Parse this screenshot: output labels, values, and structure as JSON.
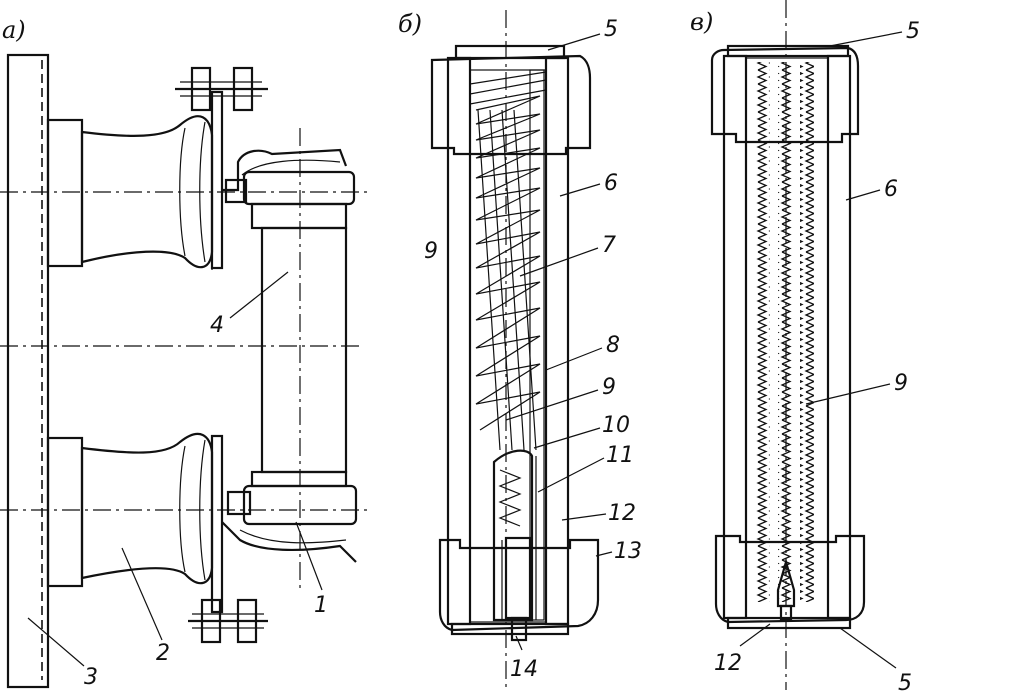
{
  "captions": {
    "a": "а)",
    "b": "б)",
    "v": "в)"
  },
  "labels_a": {
    "n1": "1",
    "n2": "2",
    "n3": "3",
    "n4": "4"
  },
  "labels_b": {
    "n5": "5",
    "n6": "6",
    "n7": "7",
    "n8": "8",
    "n9_left": "9",
    "n9": "9",
    "n10": "10",
    "n11": "11",
    "n12": "12",
    "n13": "13",
    "n14": "14"
  },
  "labels_v": {
    "n5_top": "5",
    "n6": "6",
    "n9": "9",
    "n12": "12",
    "n5_bottom": "5"
  }
}
